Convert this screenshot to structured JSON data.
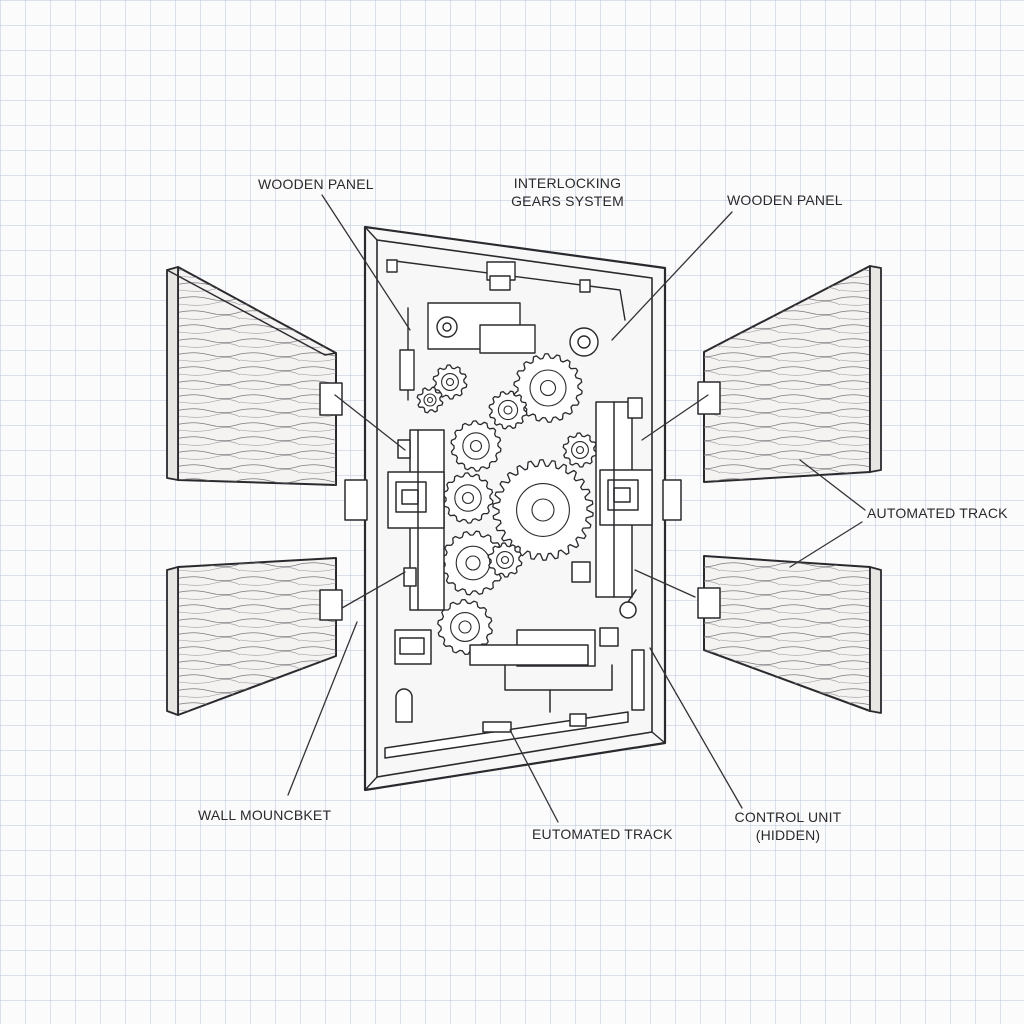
{
  "colors": {
    "paper": "#fbfbfc",
    "grid": "#b9c3dc",
    "ink": "#2a2a2e",
    "wood": "#f4f3f1"
  },
  "labels": {
    "wooden_panel_left": "WOODEN PANEL",
    "gears_line1": "INTERLOCKING",
    "gears_line2": "GEARS SYSTEM",
    "wooden_panel_right": "WOODEN PANEL",
    "automated_track_right": "AUTOMATED TRACK",
    "wall_mount": "WALL MOUNCBKET",
    "automated_track_bottom": "EUTOMATED TRACK",
    "control_line1": "CONTROL UNIT",
    "control_line2": "(HIDDEN)"
  },
  "icons": [
    "gear-icon",
    "hinge-bracket-icon",
    "control-switch-icon"
  ]
}
